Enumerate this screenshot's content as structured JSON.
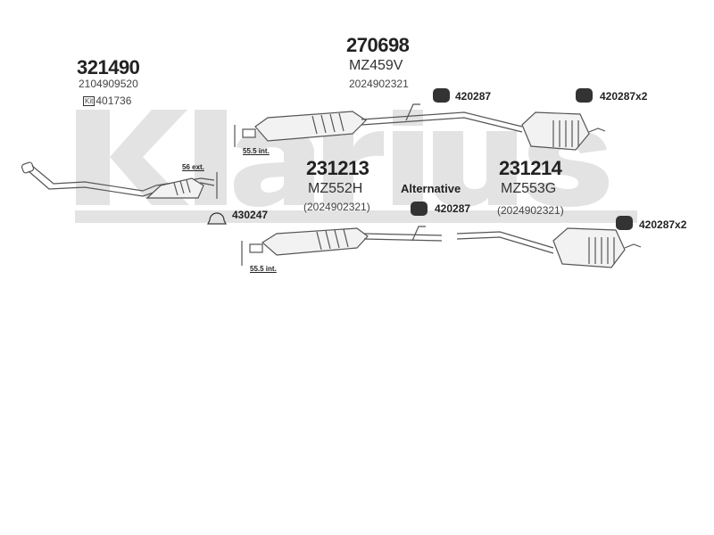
{
  "watermark": "Klarius",
  "parts": {
    "front_pipe": {
      "number": "321490",
      "oe": "2104909520",
      "kit_label": "Kit",
      "kit": "401736",
      "dim": "56 ext.",
      "clamp": "430247"
    },
    "middle_main": {
      "number": "270698",
      "code": "MZ459V",
      "oe": "2024902321",
      "dim": "55.5 int.",
      "clamp": "420287",
      "rear_clamp": "420287x2"
    },
    "middle_alt": {
      "number": "231213",
      "code": "MZ552H",
      "oe": "(2024902321)",
      "dim": "55.5 int.",
      "label": "Alternative",
      "clamp": "420287"
    },
    "rear_alt": {
      "number": "231214",
      "code": "MZ553G",
      "oe": "(2024902321)",
      "clamp": "420287x2"
    }
  }
}
